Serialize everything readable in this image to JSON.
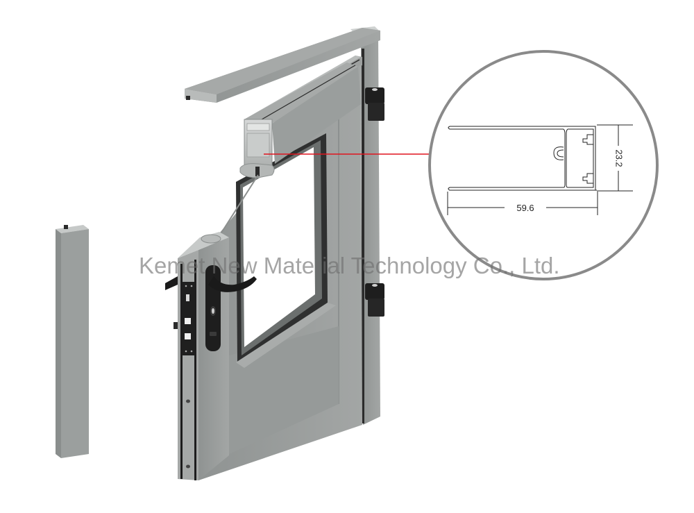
{
  "image": {
    "description": "Exploded 3D rendering of an aluminum swing door frame system with a magnified cross-section profile callout",
    "background": "#ffffff"
  },
  "watermark": {
    "text": "Kemet New Material Technology Co., Ltd."
  },
  "components": [
    {
      "name": "top-frame-rail",
      "label": "Top frame profile (detached)"
    },
    {
      "name": "side-frame-jamb",
      "label": "Hinge-side frame jamb"
    },
    {
      "name": "door-leaf",
      "label": "Door leaf with glazed window"
    },
    {
      "name": "door-top-rail",
      "label": "Door leaf top rail (exploded, cross-section visible)"
    },
    {
      "name": "lock-stile",
      "label": "Lock stile with lever handle and lock plate"
    },
    {
      "name": "loose-profile",
      "label": "Separate vertical profile"
    },
    {
      "name": "hinge-top",
      "label": "Upper hinge"
    },
    {
      "name": "hinge-bottom",
      "label": "Lower hinge"
    }
  ],
  "callout": {
    "leader_color": "#e0141e",
    "circle_color": "#8a8a8a",
    "profile_drawing": {
      "width_dimension": "59.6",
      "height_dimension": "23.2"
    }
  },
  "colors": {
    "aluminum": "#9a9d9d",
    "aluminum_light": "#b4b7b6",
    "aluminum_dark": "#7f8382",
    "gasket": "#2b2b2b",
    "hardware": "#1f1f1f",
    "glass": "#ffffff"
  }
}
